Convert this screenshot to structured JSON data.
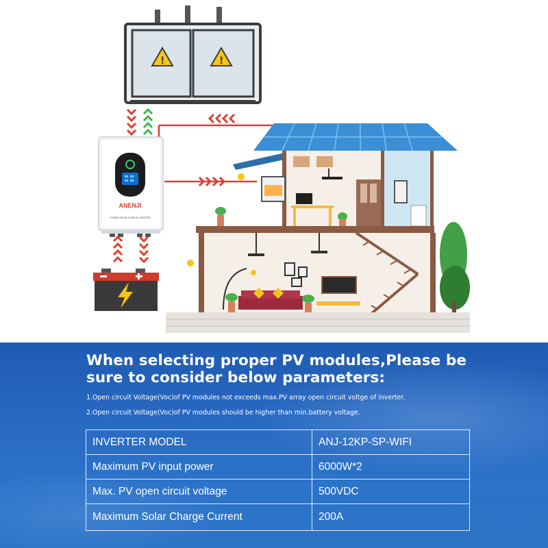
{
  "inverter": {
    "brand": "ANENJI",
    "subtitle": "HYBRID SOLAR CHARGE INVERTER"
  },
  "info": {
    "headline_line1": "When selecting proper PV modules,Please be",
    "headline_line2": "sure to consider below parameters:",
    "note1": "1.Open circuit Voltage(Voc)of PV modules not exceeds max.PV array open circuit voltge of inverter.",
    "note2": "2.Open circuit Voltage(Voc)of PV modules should be higher than min.battery voltage."
  },
  "spec_table": {
    "rows": [
      {
        "label": "INVERTER MODEL",
        "value": "ANJ-12KP-SP-WIFI"
      },
      {
        "label": "Maximum PV input power",
        "value": "6000W*2"
      },
      {
        "label": "Max. PV open circuit voltage",
        "value": "500VDC"
      },
      {
        "label": "Maximum Solar Charge Current",
        "value": "200A"
      }
    ]
  },
  "colors": {
    "panel_blue": "#2a6cc4",
    "roof_blue": "#3b8fd6",
    "wall_brown": "#8a5a44",
    "arrow_red": "#e23b2e",
    "arrow_green": "#3cb54a",
    "battery_dark": "#3a3a3a",
    "warning_yellow": "#f5c518"
  },
  "icons": [
    "transformer-icon",
    "warning-icon",
    "inverter-icon",
    "battery-icon",
    "lightning-icon",
    "house-icon",
    "solar-roof-icon"
  ]
}
